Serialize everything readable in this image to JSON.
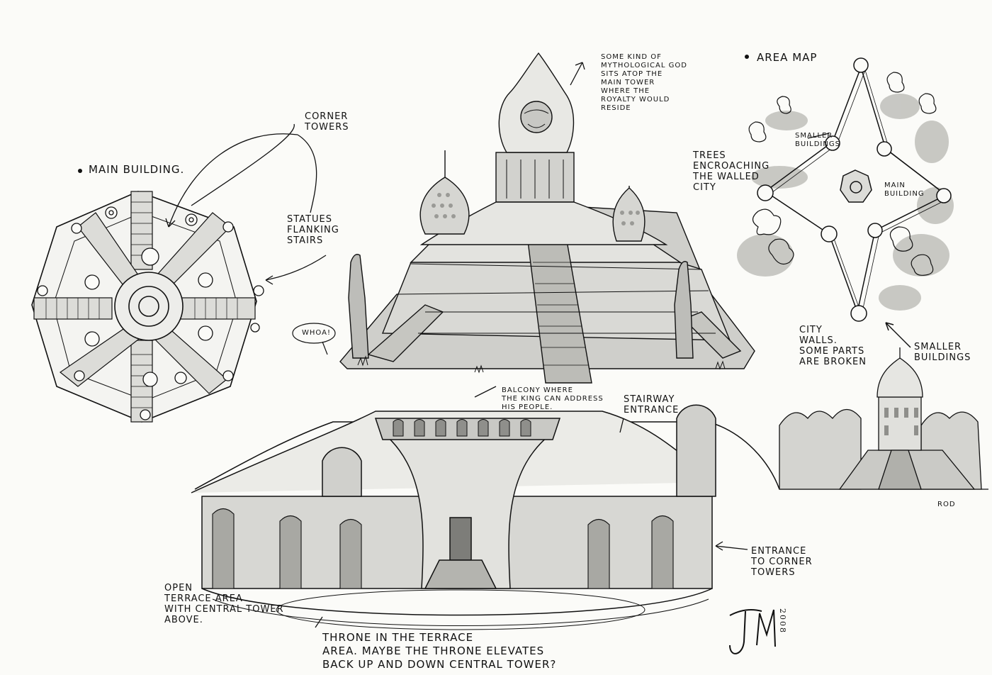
{
  "labels": {
    "main_building": "MAIN BUILDING.",
    "corner_towers": "CORNER\nTOWERS",
    "god": "SOME KIND OF\nMYTHOLOGICAL GOD\nSITS ATOP THE\nMAIN TOWER\nWHERE THE\nROYALTY WOULD\nRESIDE",
    "statues": "STATUES\nFLANKING\nSTAIRS",
    "whoa": "WHOA!",
    "area_map": "AREA MAP",
    "trees": "TREES\nENCROACHING\nTHE WALLED\nCITY",
    "smaller_buildings_map": "SMALLER\nBUILDINGS",
    "main_building_map": "MAIN\nBUILDING",
    "city_walls": "CITY\nWALLS.\nSOME PARTS\nARE BROKEN",
    "smaller_buildings": "SMALLER\nBUILDINGS",
    "balcony": "BALCONY WHERE\nTHE KING CAN ADDRESS\nHIS PEOPLE.",
    "stairway": "STAIRWAY\nENTRANCE",
    "entrance_corner": "ENTRANCE\nTO CORNER\nTOWERS",
    "open_terrace": "OPEN\nTERRACE AREA\nWITH CENTRAL TOWER\nABOVE.",
    "throne": "THRONE IN THE TERRACE\nAREA. MAYBE THE THRONE ELEVATES\nBACK UP AND DOWN CENTRAL TOWER?",
    "rod": "ROD",
    "signature": "JM",
    "year": "2008"
  },
  "colors": {
    "ink": "#111111",
    "marker": "#b9b9b9",
    "paper": "#fbfbf8"
  }
}
